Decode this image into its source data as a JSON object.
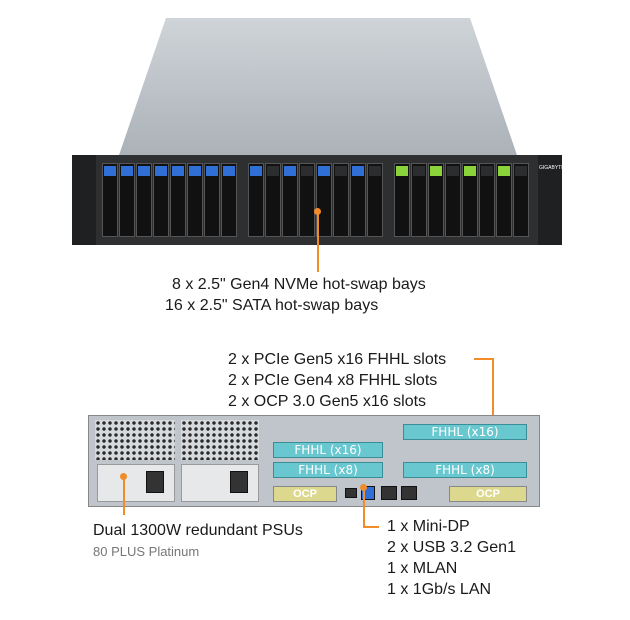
{
  "front": {
    "bay_label_1": "8 x 2.5\" Gen4 NVMe hot-swap bays",
    "bay_label_2": "16 x 2.5\" SATA hot-swap bays",
    "brand": "GIGABYTE"
  },
  "rear": {
    "slots_1": "2 x PCIe Gen5 x16 FHHL slots",
    "slots_2": "2 x PCIe Gen4 x8 FHHL slots",
    "slots_3": "2 x OCP 3.0 Gen5 x16 slots",
    "slot_fhhl_x16_left": "FHHL (x16)",
    "slot_fhhl_x8_left": "FHHL (x8)",
    "slot_fhhl_x16_right": "FHHL (x16)",
    "slot_fhhl_x8_right": "FHHL (x8)",
    "ocp_left": "OCP",
    "ocp_right": "OCP",
    "psu_title": "Dual 1300W redundant PSUs",
    "psu_sub": "80 PLUS Platinum",
    "io_1": "1 x Mini-DP",
    "io_2": "2 x USB 3.2 Gen1",
    "io_3": "1 x MLAN",
    "io_4": "1 x 1Gb/s LAN"
  },
  "colors": {
    "accent": "#f28c28",
    "nvme_tab": "#2f6fd6",
    "sata_tab_grey": "#2b2d2f",
    "sata_tab_green": "#8bd33b",
    "slot_fill": "#69c7cf"
  }
}
